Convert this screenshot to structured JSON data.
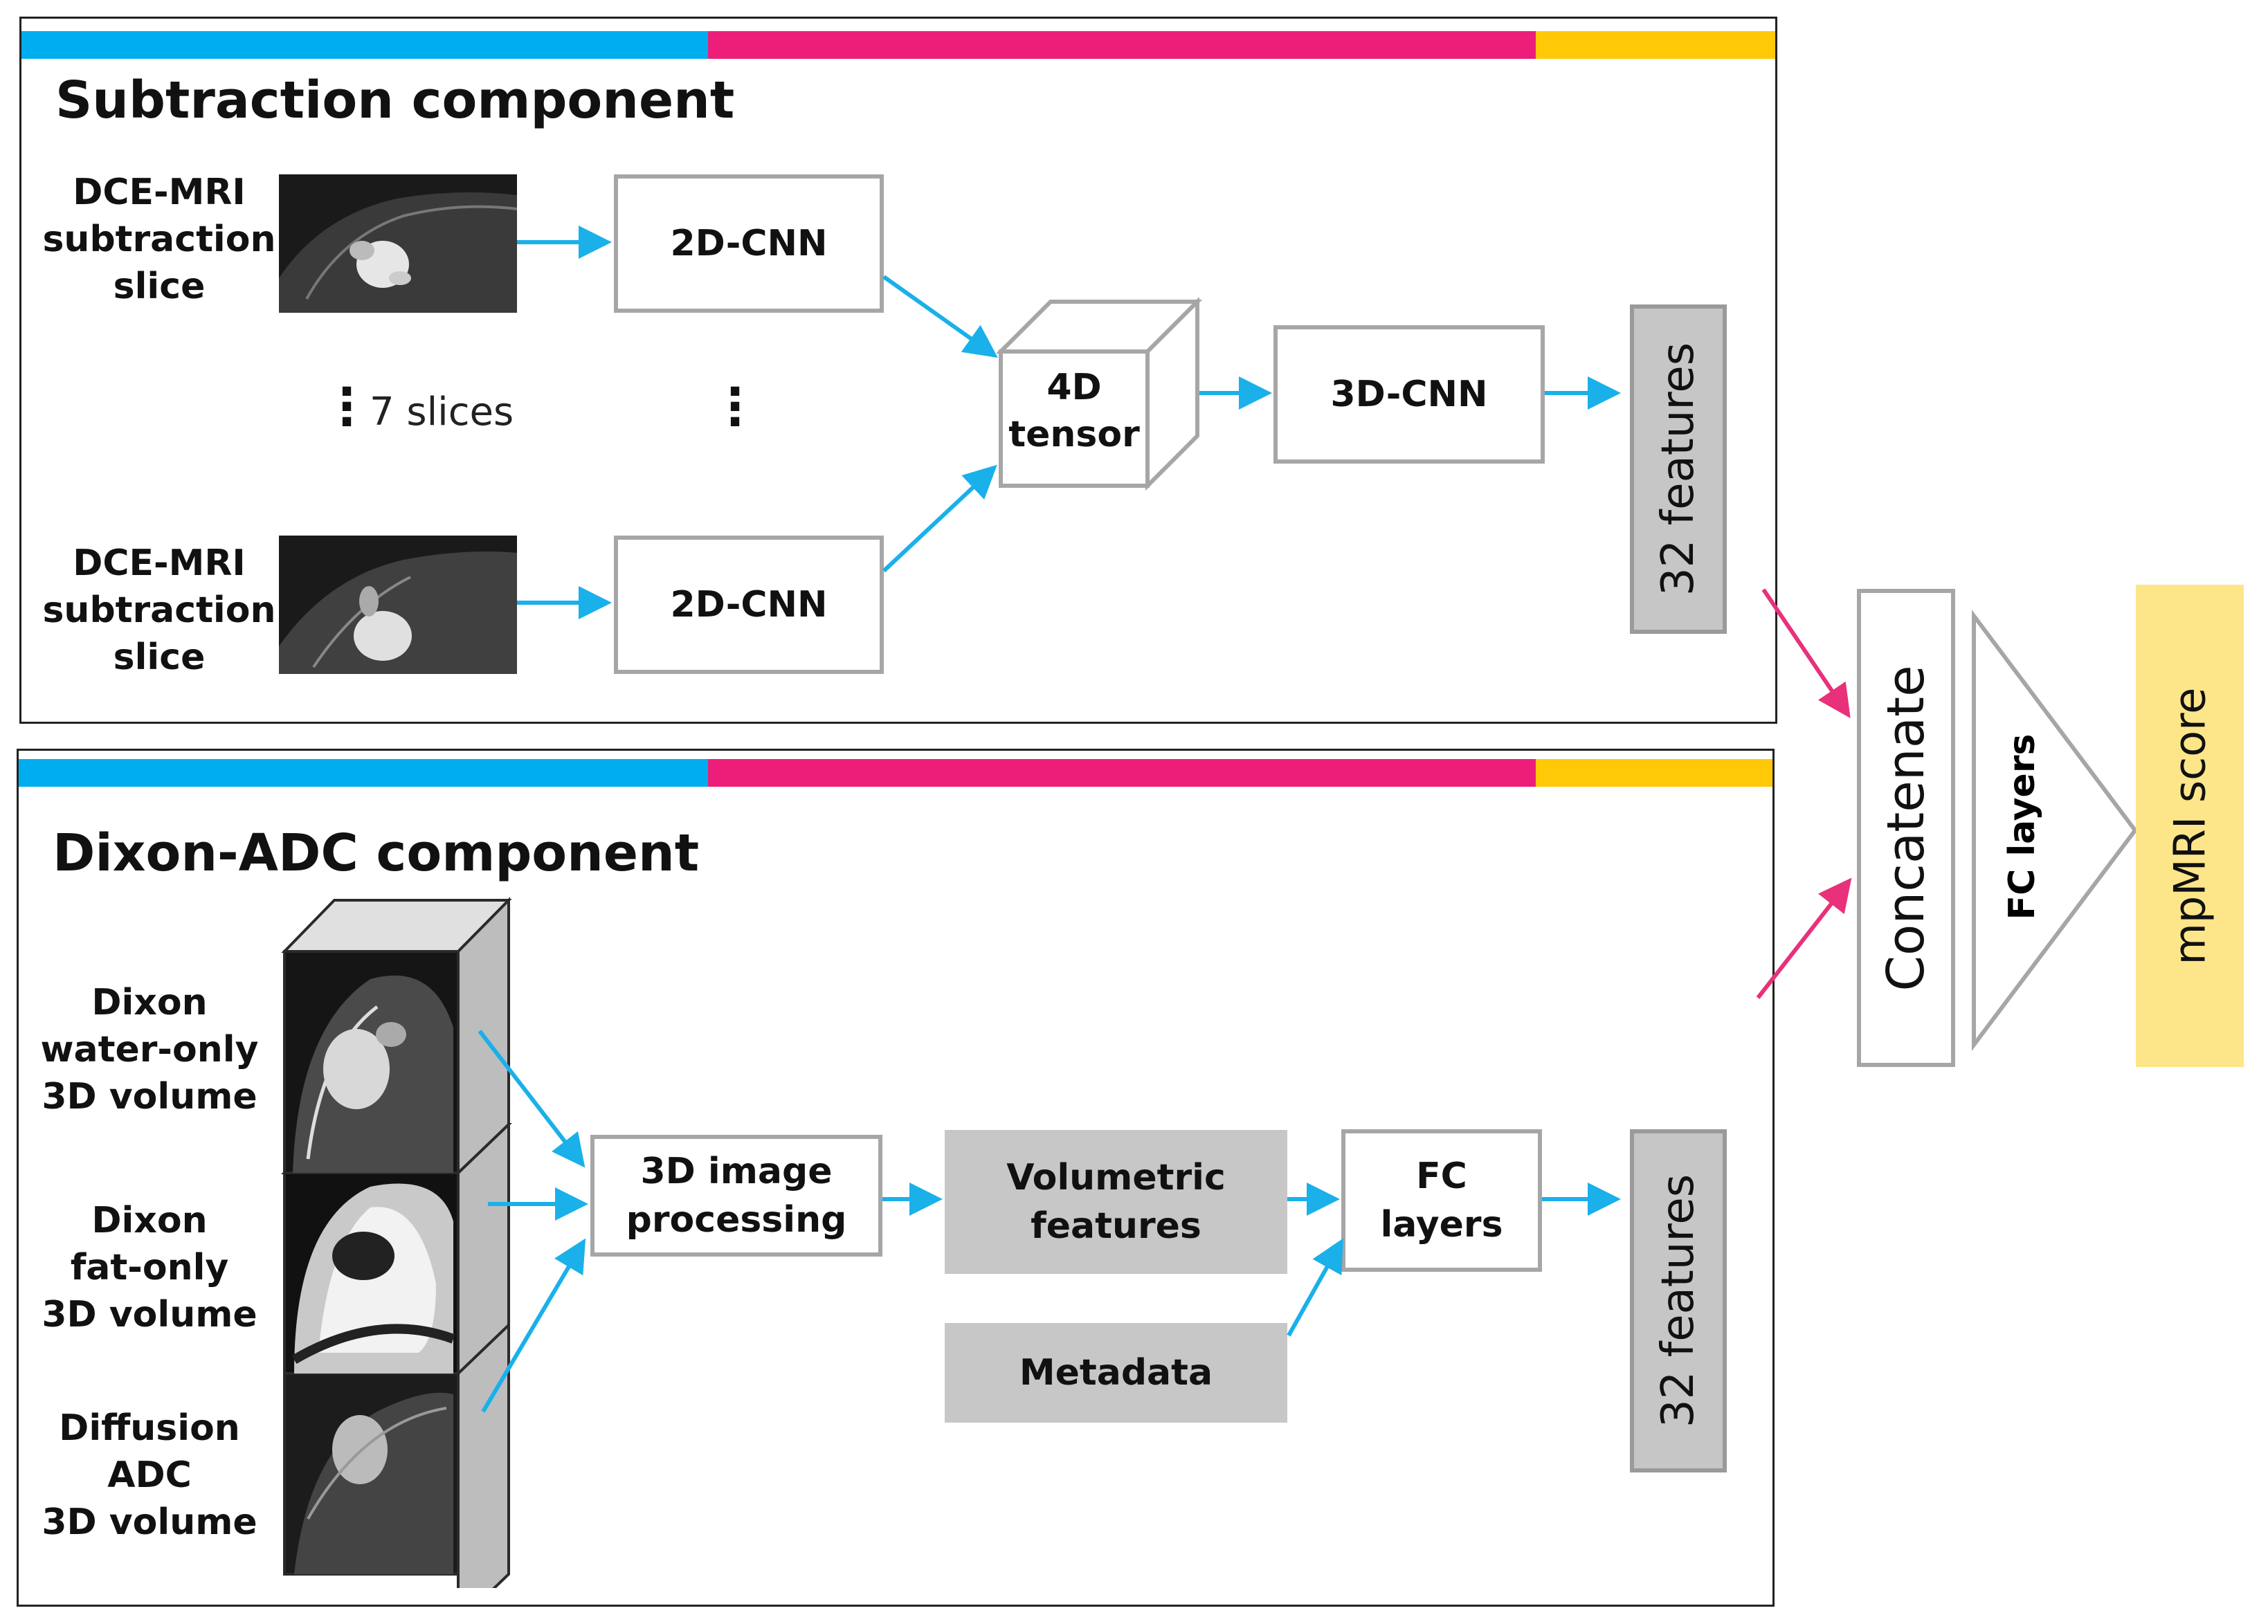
{
  "colors": {
    "accent_blue": "#00aeef",
    "accent_pink": "#ec1e79",
    "accent_yellow": "#ffc908",
    "arrow_blue": "#1ab0ea",
    "arrow_pink": "#e8317a",
    "score_bg": "#fde68a",
    "feature_gray": "#c6c6c6"
  },
  "subtraction": {
    "title": "Subtraction component",
    "slice_label_top": [
      "DCE-MRI",
      "subtraction",
      "slice"
    ],
    "slice_label_bottom": [
      "DCE-MRI",
      "subtraction",
      "slice"
    ],
    "slices_note": "7 slices",
    "cnn2d_top": "2D-CNN",
    "cnn2d_bottom": "2D-CNN",
    "tensor": [
      "4D",
      "tensor"
    ],
    "cnn3d": "3D-CNN",
    "features": "32 features"
  },
  "dixon": {
    "title": "Dixon-ADC component",
    "vol1": [
      "Dixon",
      "water-only",
      "3D volume"
    ],
    "vol2": [
      "Dixon",
      "fat-only",
      "3D volume"
    ],
    "vol3": [
      "Diffusion",
      "ADC",
      "3D volume"
    ],
    "processing": [
      "3D image",
      "processing"
    ],
    "volumetric": [
      "Volumetric",
      "features"
    ],
    "metadata": "Metadata",
    "fc": [
      "FC",
      "layers"
    ],
    "features": "32 features"
  },
  "fusion": {
    "concatenate": "Concatenate",
    "fc_layers": "FC layers",
    "score": "mpMRI score"
  },
  "icons": [
    "mri-slice-image",
    "mri-volume-cube",
    "tensor-cube-icon",
    "dense-layers-triangle-icon"
  ]
}
